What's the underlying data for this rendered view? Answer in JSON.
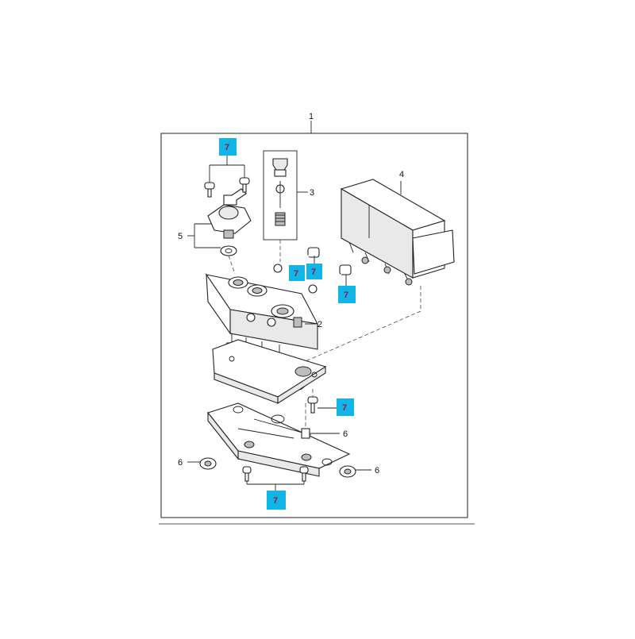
{
  "diagram": {
    "labels": {
      "assembly": "1",
      "valve_block": "2",
      "valve_kit": "3",
      "control_unit": "4",
      "sensor_assembly": "5",
      "mount_bottom": "6",
      "mount_left": "6",
      "mount_right": "6"
    },
    "callouts": {
      "top_screws": "7",
      "bolt_a": "7",
      "bolt_b": "7",
      "bolt_c": "7",
      "bracket_bolt": "7",
      "bottom_screws": "7"
    },
    "colors": {
      "callout_fill": "#12b5e6",
      "callout_text": "#8a1a55",
      "line": "#222222"
    }
  }
}
